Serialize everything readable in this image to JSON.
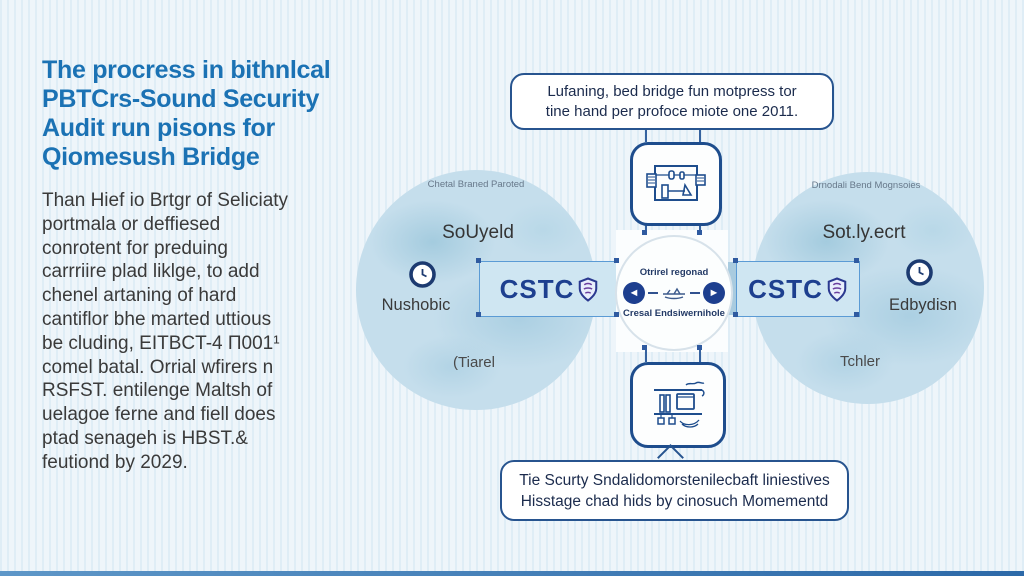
{
  "colors": {
    "title_accent": "#1b72b4",
    "navy_outline": "#1e4d8d",
    "circle_fill": "#c5deec",
    "band_fill": "#a9cbdf",
    "logo_rect_fill": "#cfe6f2",
    "bottom_bar": "#2c69a8"
  },
  "title": {
    "lines": [
      "The procress in bithnlcal",
      "PBTCrs-Sound Security",
      "Audit run pisons for",
      "Qiomesush Bridge"
    ]
  },
  "body": {
    "lines": [
      "Than Hief io Brtgr of Seliciaty",
      "portmala or deffiesed",
      "conrotent for preduing",
      "carrriire plad liklge, to add",
      "chenel artaning of hard",
      "cantiflor bhe marted uttious",
      "be cluding, EITBCT-4 П001¹",
      "comel batal. Orrial wfirers n",
      "RSFST. entilenge Maltsh of",
      "uelagoe ferne and fiell does",
      "ptad senageh is HBST.&",
      "feutiond by 2029."
    ]
  },
  "top_callout": {
    "line1": "Lufaning, bed bridge fun motpress tor",
    "line2": "tine hand per profoce miote one 2011."
  },
  "bottom_callout": {
    "line1": "Tie Scurty Sndalidomorstenilecbaft liniestives",
    "line2": "Hisstage chad hids by cinosuch Momementd"
  },
  "center_node": {
    "top_label": "Otrirel regonad",
    "bottom_label": "Cresal Endsiwernihole",
    "left_arrow": "◄",
    "right_arrow": "►"
  },
  "logos": {
    "left": "CSTC",
    "right": "CSTC"
  },
  "left_circle": {
    "region_label": "Chetal Braned Paroted",
    "title": "SoUyeld",
    "label": "Nushobic",
    "sub_label": "(Tiarel"
  },
  "right_circle": {
    "region_label": "Drnodali Bend Mognsoies",
    "title": "Sot.ly.ecrt",
    "label": "Edbydisn",
    "sub_label": "Tchler"
  }
}
